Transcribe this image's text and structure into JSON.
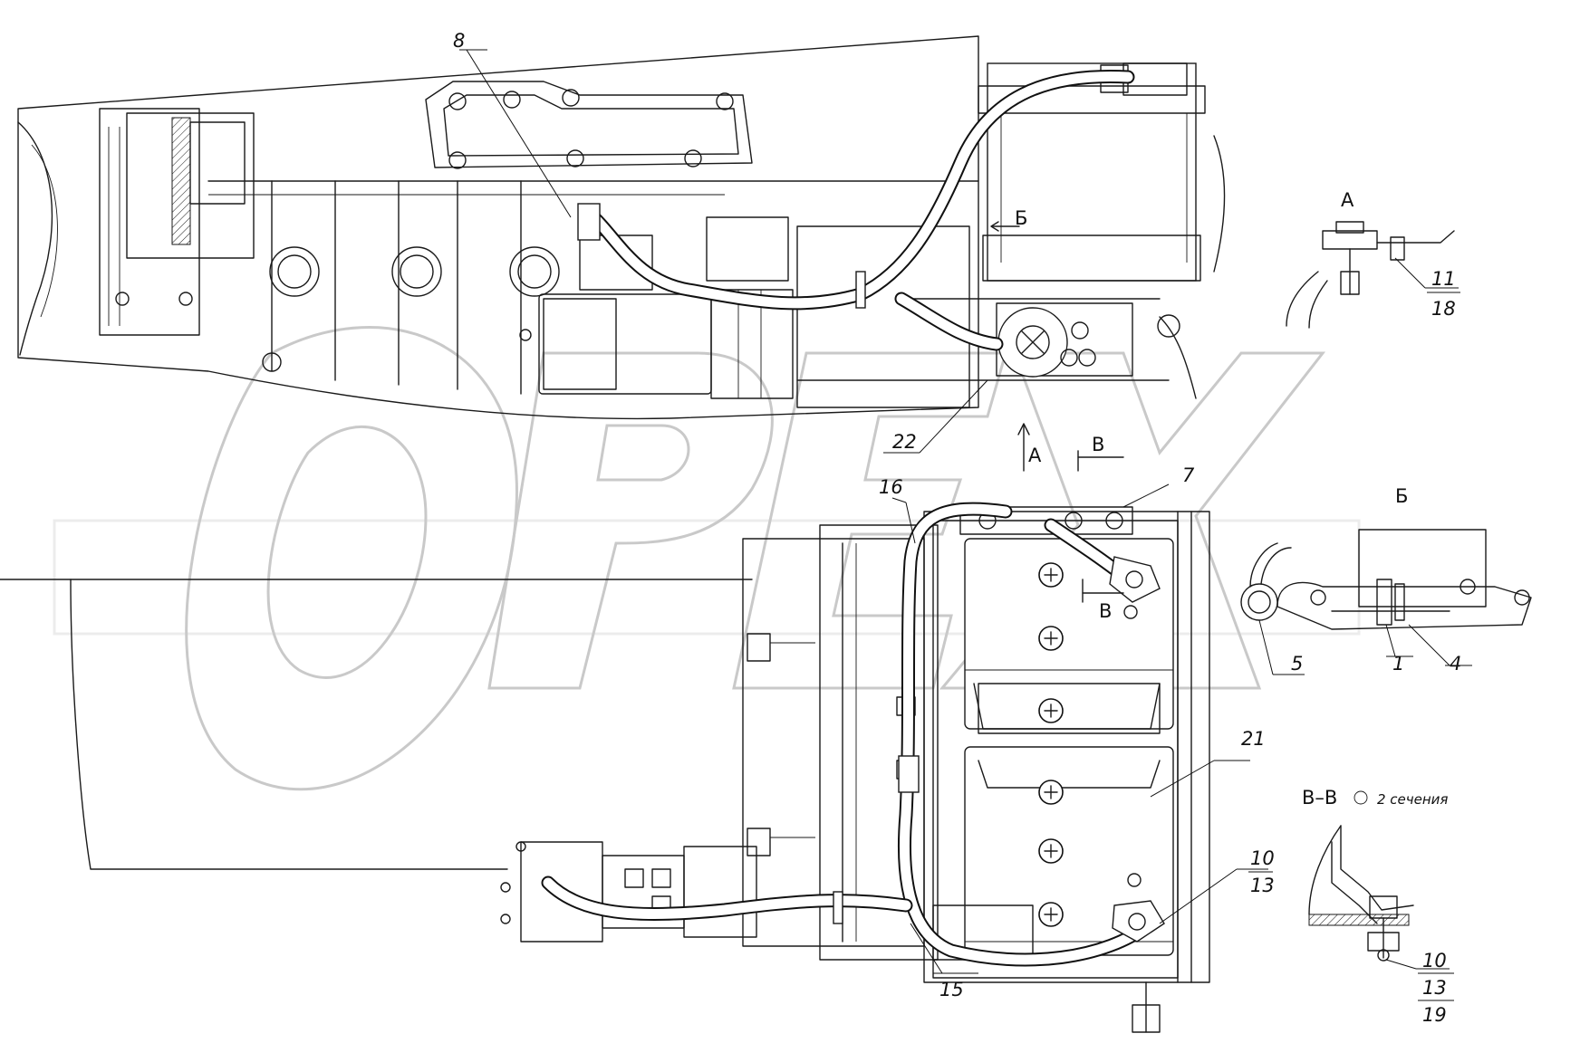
{
  "watermark": {
    "text": "OPEX",
    "color": "#c9c9c9"
  },
  "callouts": {
    "c8": "8",
    "c22": "22",
    "c16": "16",
    "c7": "7",
    "c21": "21",
    "c15": "15",
    "c10": "10",
    "c13": "13",
    "c11": "11",
    "c18": "18",
    "c5": "5",
    "c1": "1",
    "c4": "4",
    "c10b": "10",
    "c13b": "13",
    "c19": "19"
  },
  "views": {
    "view_a_title": "А",
    "view_b_title": "Б",
    "section_title": "В–В",
    "section_note": "2 сечения",
    "arrow_a": "А",
    "arrow_v": "В",
    "arrow_b": "Б",
    "mark_v": "В"
  }
}
